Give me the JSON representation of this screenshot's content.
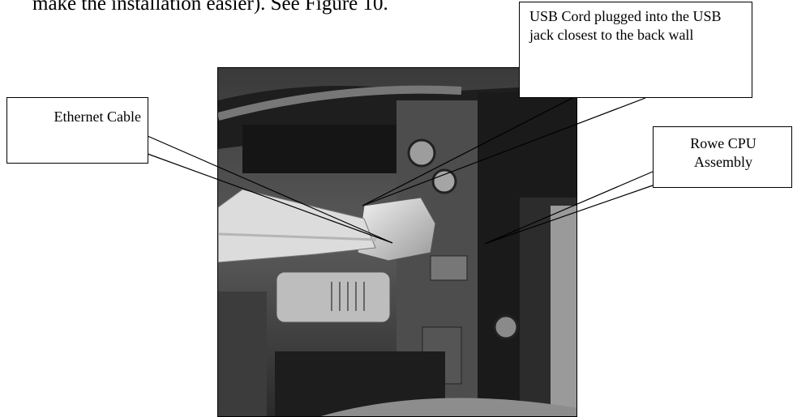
{
  "document": {
    "top_text": "make the installation easier). See Figure 10."
  },
  "callouts": {
    "usb_cord": "USB Cord plugged into the USB jack closest to the back wall",
    "ethernet_cable": "Ethernet Cable",
    "rowe_cpu": "Rowe CPU Assembly"
  }
}
